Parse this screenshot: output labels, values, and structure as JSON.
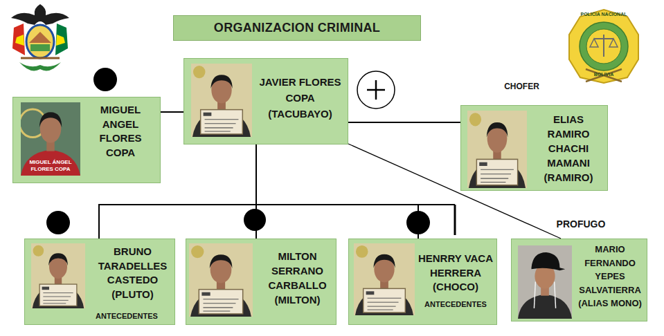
{
  "diagram": {
    "title": "ORGANIZACION CRIMINAL",
    "nodes": [
      {
        "text": [
          "MIGUEL ANGEL FLORES COPA"
        ]
      },
      {
        "text": [
          "JAVIER FLORES COPA (TACUBAYO)"
        ]
      },
      {
        "text": [
          "CHOFER",
          "ELIAS RAMIRO CHACHI MAMANI (RAMIRO)"
        ]
      },
      {
        "text": [
          "BRUNO TARADELLES CASTEDO (PLUTO)",
          "ANTECEDENTES"
        ]
      },
      {
        "text": [
          "MILTON SERRANO CARBALLO (MILTON)"
        ]
      },
      {
        "text": [
          "HENRRY VACA HERRERA (CHOCO)",
          "ANTECEDENTES"
        ]
      },
      {
        "text": [
          "PROFUGO",
          "MARIO FERNANDO YEPES SALVATIERRA (ALIAS MONO)"
        ]
      }
    ],
    "edges": [
      {
        "from": 0,
        "to": 1,
        "arrow": "none"
      },
      {
        "from": 1,
        "to": 2,
        "arrow": "none"
      },
      {
        "from": 1,
        "to": 3,
        "arrow": "none"
      },
      {
        "from": 1,
        "to": 4,
        "arrow": "none"
      },
      {
        "from": 1,
        "to": 5,
        "arrow": "none"
      },
      {
        "from": 1,
        "to": 6,
        "arrow": "none"
      }
    ],
    "labels": [
      "POLICIA NACIONAL",
      "BOLIVIA",
      "MIGUEL ÁNGEL FLORES COPA"
    ]
  }
}
